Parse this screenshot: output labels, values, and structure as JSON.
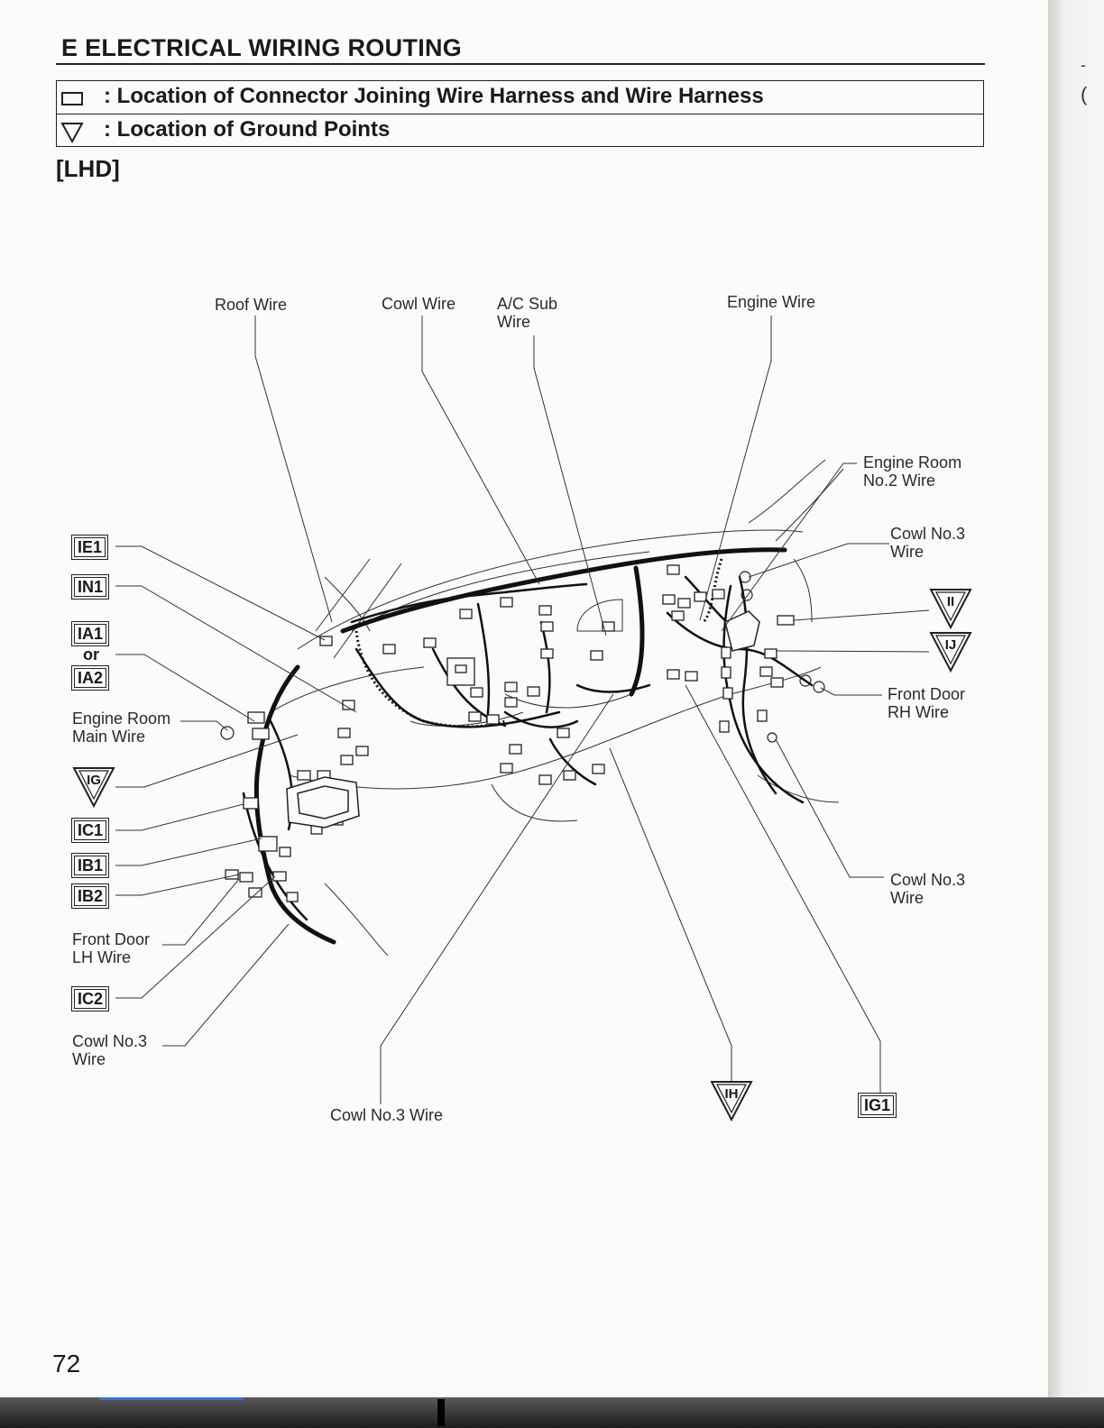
{
  "section": {
    "title": "E  ELECTRICAL WIRING ROUTING"
  },
  "legend": {
    "connector": {
      "symbol": "rectangle",
      "text": ": Location of Connector Joining Wire Harness and Wire Harness"
    },
    "ground": {
      "symbol": "triangle",
      "text": ": Location of Ground Points"
    }
  },
  "variant": "[LHD]",
  "wire_labels": {
    "roof": "Roof Wire",
    "cowl": "Cowl Wire",
    "ac_sub": [
      "A/C Sub",
      "Wire"
    ],
    "engine": "Engine Wire",
    "engine_room_no2": [
      "Engine Room",
      "No.2 Wire"
    ],
    "cowl_no3_top_right": [
      "Cowl No.3",
      "Wire"
    ],
    "front_door_rh": [
      "Front Door",
      "RH Wire"
    ],
    "cowl_no3_lower_right": [
      "Cowl No.3",
      "Wire"
    ],
    "engine_room_main": [
      "Engine Room",
      "Main Wire"
    ],
    "front_door_lh": [
      "Front Door",
      "LH Wire"
    ],
    "cowl_no3_left": [
      "Cowl No.3",
      "Wire"
    ],
    "cowl_no3_bottom": "Cowl No.3 Wire"
  },
  "connectors": {
    "ie1": "IE1",
    "in1": "IN1",
    "ia1": "IA1",
    "or_word": "or",
    "ia2": "IA2",
    "ic1": "IC1",
    "ib1": "IB1",
    "ib2": "IB2",
    "ic2": "IC2",
    "ig1": "IG1"
  },
  "ground_points": {
    "ig": "IG",
    "ii": "II",
    "ij": "IJ",
    "ih": "IH"
  },
  "page_number": "72"
}
